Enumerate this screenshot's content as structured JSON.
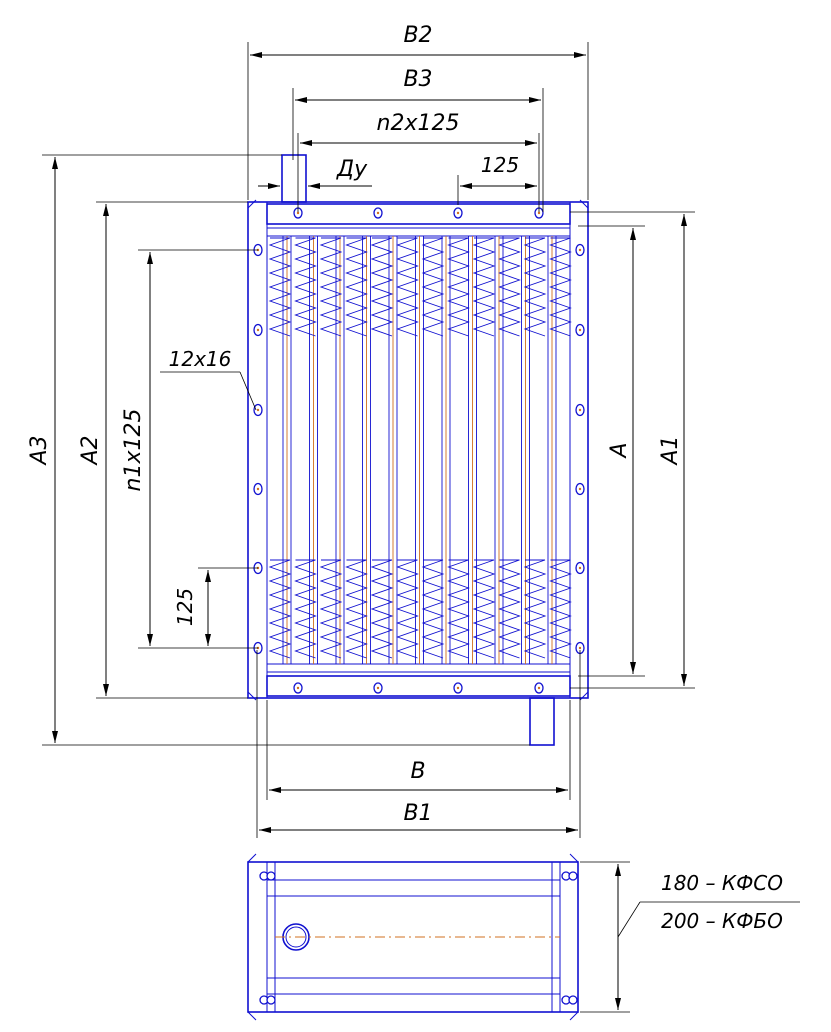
{
  "dimensions": {
    "B2": "B2",
    "B3": "B3",
    "n2x125": "n2x125",
    "Dy": "Ду",
    "pitch_top": "125",
    "A3": "A3",
    "A2": "A2",
    "n1x125": "n1x125",
    "holes": "12x16",
    "pitch_side": "125",
    "A": "A",
    "A1": "A1",
    "B": "B",
    "B1": "B1"
  },
  "side_view": {
    "depth_kfso": "180 – КФСО",
    "depth_kfbo": "200 – КФБО"
  },
  "colors": {
    "outline": "#1010d0",
    "centerline": "#d07020",
    "dimension": "#000000"
  }
}
